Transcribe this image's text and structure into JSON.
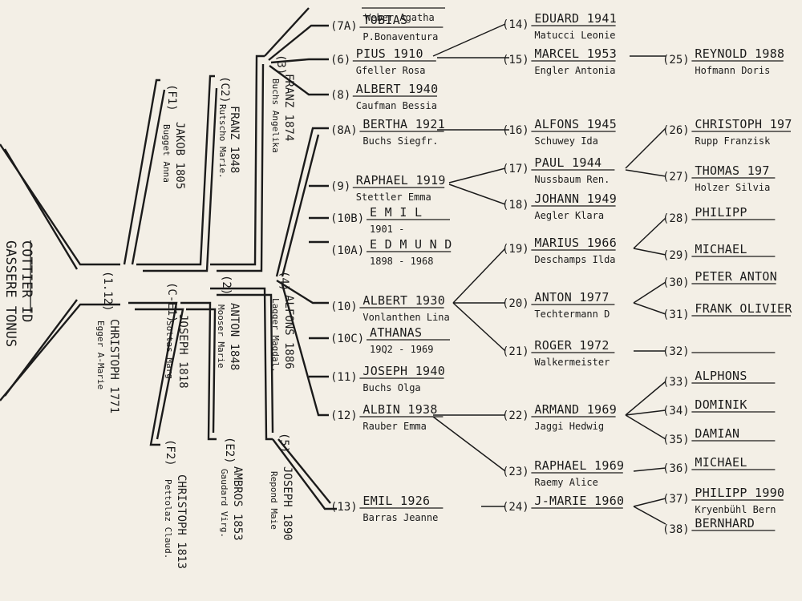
{
  "root": {
    "line1": "COTTIER ID",
    "line2": "GASSERE TONUS"
  },
  "branches": [
    {
      "key": "c1771",
      "num": "(1.12)",
      "name": "CHRISTOPH 1771",
      "spouse": "Egger A-Marie"
    },
    {
      "key": "j1805",
      "num": "(F1)",
      "name": "JAKOB 1805",
      "spouse": "Bugget Anna"
    },
    {
      "key": "j1818",
      "num": "(C-E1)",
      "name": "JOSEPH 1818",
      "spouse": "Sottas Marg"
    },
    {
      "key": "c1813",
      "num": "(F2)",
      "name": "CHRISTOPH 1813",
      "spouse": "Pettolaz Claud."
    },
    {
      "key": "f1848",
      "num": "(C2)",
      "name": "FRANZ 1848",
      "spouse": "Rutscho Marie."
    },
    {
      "key": "a1848",
      "num": "(2)",
      "name": "ANTON 1848",
      "spouse": "Mooser Marie"
    },
    {
      "key": "a1853",
      "num": "(E2)",
      "name": "AMBROS 1853",
      "spouse": "Gaudard Virg."
    },
    {
      "key": "f1874",
      "num": "(3)",
      "name": "FRANZ 1874",
      "spouse": "Buchs Angelika"
    },
    {
      "key": "a1886",
      "num": "(4)",
      "name": "ALFONS 1886",
      "spouse": "Lagger Magdal."
    },
    {
      "key": "j1890",
      "num": "(5)",
      "name": "JOSEPH 1890",
      "spouse": "Repond Maie"
    }
  ],
  "people": [
    {
      "key": "agatha",
      "num": "",
      "name": "",
      "spouse": "Weber Agatha"
    },
    {
      "key": "tobias",
      "num": "(7A)",
      "name": "TOBIAS",
      "spouse": "P.Bonaventura"
    },
    {
      "key": "pius",
      "num": "(6)",
      "name": "PIUS 1910",
      "spouse": "Gfeller Rosa"
    },
    {
      "key": "albert40",
      "num": "(8)",
      "name": "ALBERT 1940",
      "spouse": "Caufman Bessia"
    },
    {
      "key": "bertha",
      "num": "(8A)",
      "name": "BERTHA 1921",
      "spouse": "Buchs Siegfr."
    },
    {
      "key": "raphael19",
      "num": "(9)",
      "name": "RAPHAEL 1919",
      "spouse": "Stettler Emma"
    },
    {
      "key": "emil01",
      "num": "(10B)",
      "name": "E M I L",
      "spouse": "1901 -"
    },
    {
      "key": "edmund",
      "num": "(10A)",
      "name": "E D M U N D",
      "spouse": "1898 - 1968"
    },
    {
      "key": "albert30",
      "num": "(10)",
      "name": "ALBERT 1930",
      "spouse": "Vonlanthen Lina"
    },
    {
      "key": "athanas",
      "num": "(10C)",
      "name": "ATHANAS",
      "spouse": "19Q2 - 1969"
    },
    {
      "key": "joseph40",
      "num": "(11)",
      "name": "JOSEPH 1940",
      "spouse": "Buchs Olga"
    },
    {
      "key": "albin",
      "num": "(12)",
      "name": "ALBIN 1938",
      "spouse": "Rauber Emma"
    },
    {
      "key": "emil26",
      "num": "(13)",
      "name": "EMIL 1926",
      "spouse": "Barras Jeanne"
    },
    {
      "key": "eduard",
      "num": "(14)",
      "name": "EDUARD 1941",
      "spouse": "Matucci Leonie"
    },
    {
      "key": "marcel",
      "num": "(15)",
      "name": "MARCEL 1953",
      "spouse": "Engler Antonia"
    },
    {
      "key": "alfons45",
      "num": "(16)",
      "name": "ALFONS 1945",
      "spouse": "Schuwey Ida"
    },
    {
      "key": "paul",
      "num": "(17)",
      "name": "PAUL 1944",
      "spouse": "Nussbaum Ren."
    },
    {
      "key": "johann",
      "num": "(18)",
      "name": "JOHANN 1949",
      "spouse": "Aegler Klara"
    },
    {
      "key": "marius",
      "num": "(19)",
      "name": "MARIUS 1966",
      "spouse": "Deschamps Ilda"
    },
    {
      "key": "anton77",
      "num": "(20)",
      "name": "ANTON 1977",
      "spouse": "Techtermann D"
    },
    {
      "key": "roger",
      "num": "(21)",
      "name": "ROGER 1972",
      "spouse": "Walkermeister"
    },
    {
      "key": "armand",
      "num": "(22)",
      "name": "ARMAND 1969",
      "spouse": "Jaggi Hedwig"
    },
    {
      "key": "raphael69",
      "num": "(23)",
      "name": "RAPHAEL 1969",
      "spouse": "Raemy Alice"
    },
    {
      "key": "jmarie",
      "num": "(24)",
      "name": "J-MARIE 1960",
      "spouse": ""
    },
    {
      "key": "reynold",
      "num": "(25)",
      "name": "REYNOLD 1988",
      "spouse": "Hofmann Doris"
    },
    {
      "key": "christoph197",
      "num": "(26)",
      "name": "CHRISTOPH 197",
      "spouse": "Rupp Franzisk"
    },
    {
      "key": "thomas",
      "num": "(27)",
      "name": "THOMAS 197",
      "spouse": "Holzer Silvia"
    },
    {
      "key": "philipp28",
      "num": "(28)",
      "name": "PHILIPP",
      "spouse": ""
    },
    {
      "key": "michael29",
      "num": "(29)",
      "name": "MICHAEL",
      "spouse": ""
    },
    {
      "key": "peter",
      "num": "(30)",
      "name": "PETER ANTON",
      "spouse": ""
    },
    {
      "key": "frank",
      "num": "(31)",
      "name": "FRANK OLIVIER",
      "spouse": ""
    },
    {
      "key": "n32",
      "num": "(32)",
      "name": "",
      "spouse": ""
    },
    {
      "key": "alphons",
      "num": "(33)",
      "name": "ALPHONS",
      "spouse": ""
    },
    {
      "key": "dominik",
      "num": "(34)",
      "name": "DOMINIK",
      "spouse": ""
    },
    {
      "key": "damian",
      "num": "(35)",
      "name": "DAMIAN",
      "spouse": ""
    },
    {
      "key": "michael36",
      "num": "(36)",
      "name": "MICHAEL",
      "spouse": ""
    },
    {
      "key": "philipp37",
      "num": "(37)",
      "name": "PHILIPP 1990",
      "spouse": "Kryenbühl Bern"
    },
    {
      "key": "bernhard",
      "num": "(38)",
      "name": "BERNHARD",
      "spouse": ""
    }
  ]
}
